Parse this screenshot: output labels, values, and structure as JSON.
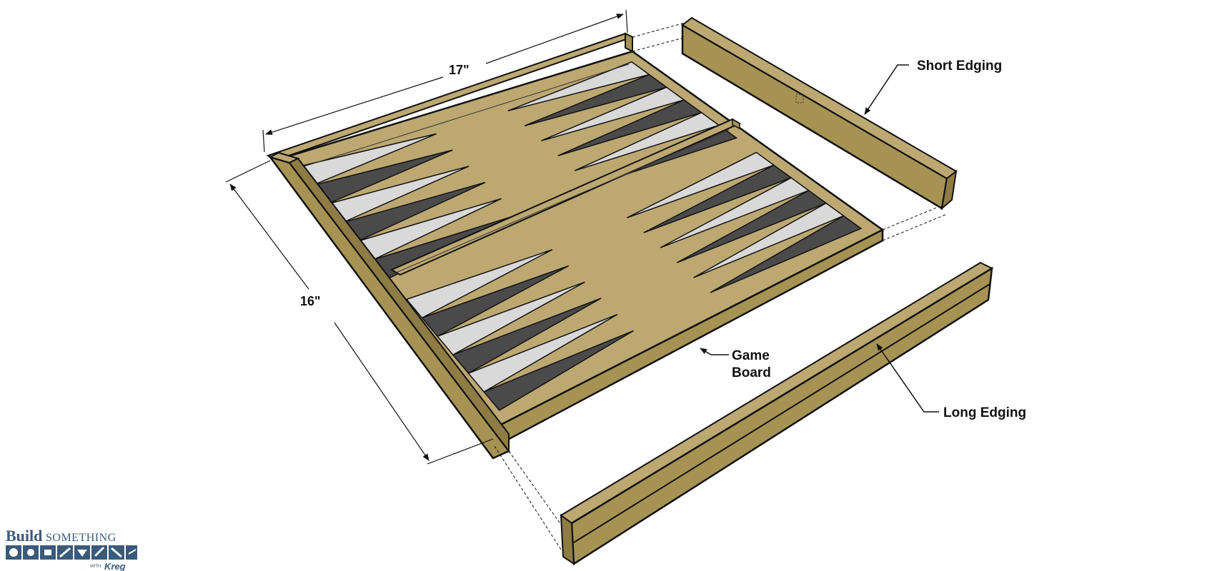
{
  "colors": {
    "wood_top": "#bda872",
    "wood_side": "#a69354",
    "wood_dark": "#8f7c44",
    "point_dark": "#4a4a4a",
    "point_light": "#d9d9d9",
    "outline": "#111111",
    "logo_blue": "#3a5a7a"
  },
  "dimensions": {
    "length": "17\"",
    "width": "16\""
  },
  "labels": {
    "short_edging": "Short Edging",
    "game_board_line1": "Game",
    "game_board_line2": "Board",
    "long_edging": "Long Edging"
  },
  "logo": {
    "build": "Build",
    "something": "SOMETHING",
    "with": "WITH",
    "brand": "Kreg"
  },
  "icons": [
    "dimension-arrow-icon",
    "leader-arrow-icon",
    "tool-icon-strip"
  ]
}
